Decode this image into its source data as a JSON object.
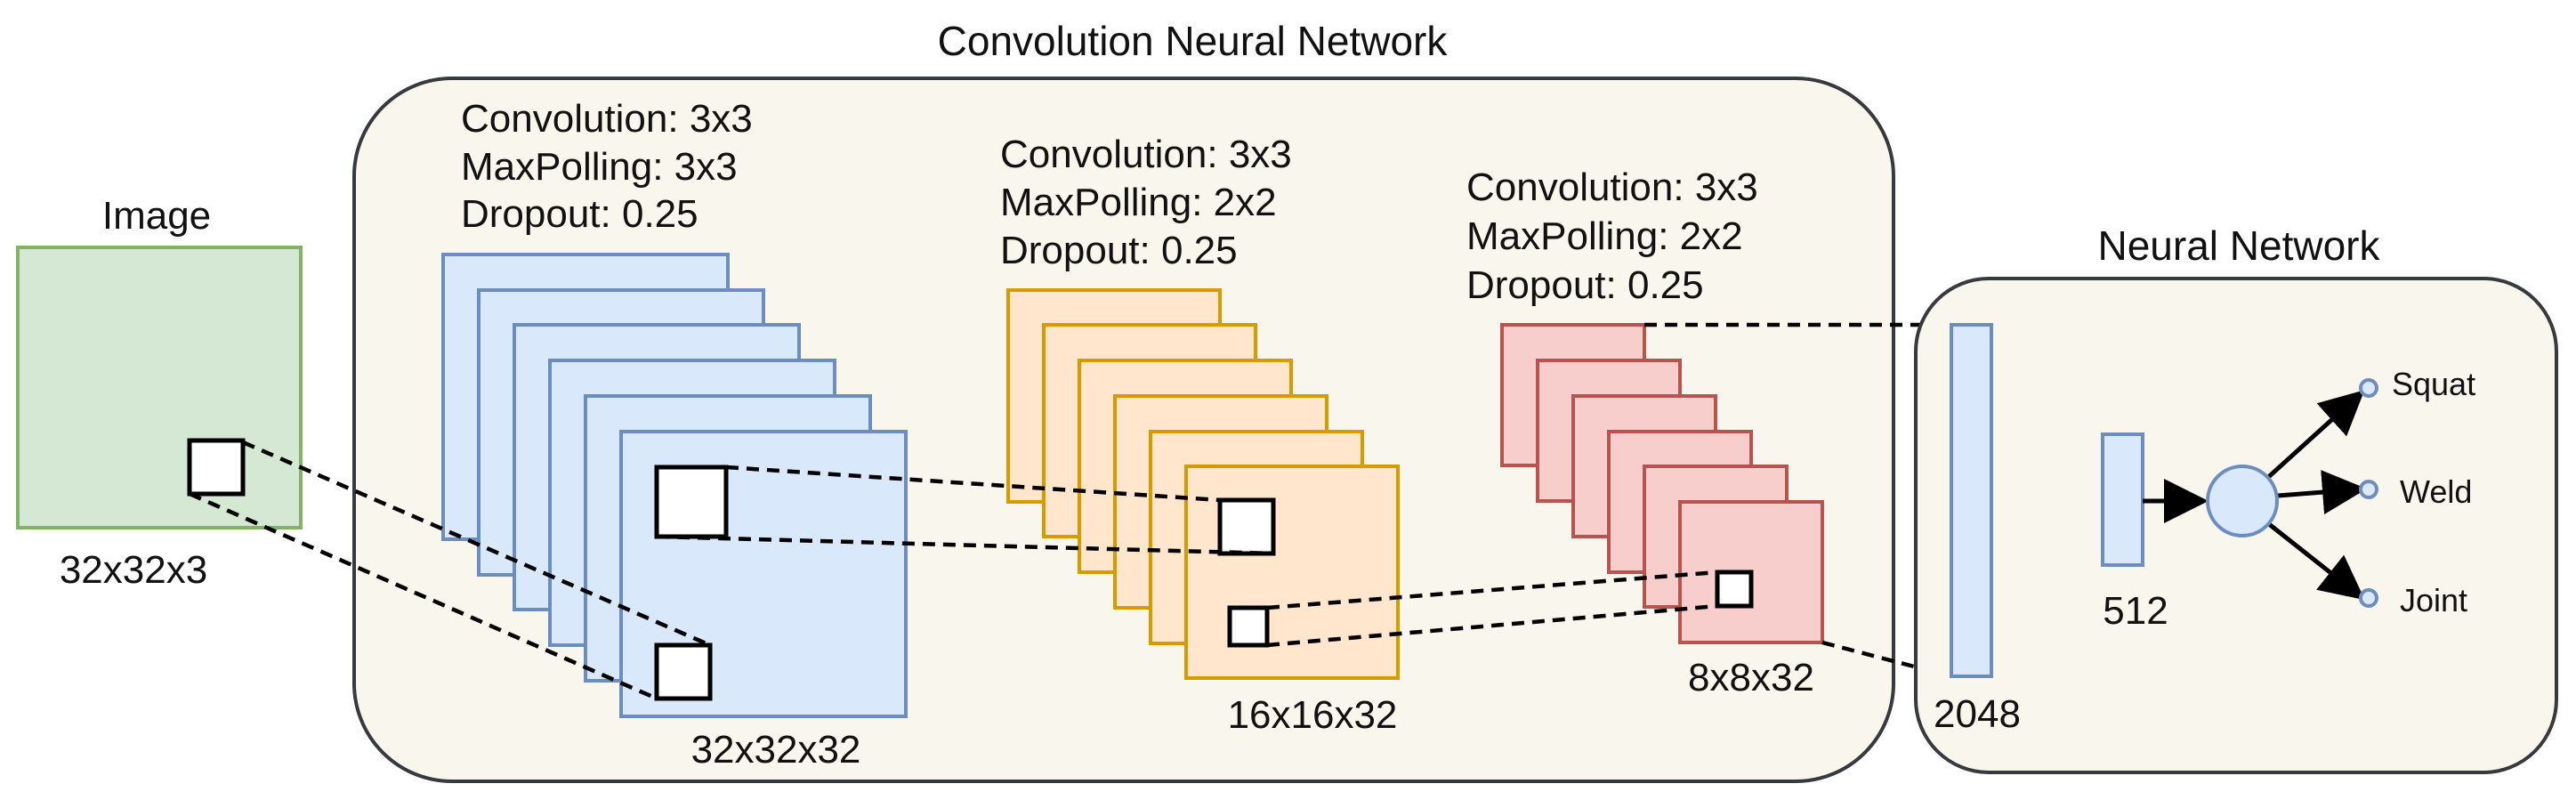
{
  "title": "Convolution Neural Network",
  "image_block": {
    "label": "Image",
    "size": "32x32x3",
    "color": "#d5e8d4",
    "stroke": "#82b366"
  },
  "conv_block_1": {
    "conv": "Convolution: 3x3",
    "pool": "MaxPolling: 3x3",
    "dropout": "Dropout: 0.25",
    "size": "32x32x32",
    "fill": "#dae8fc",
    "stroke": "#6c8ebf"
  },
  "conv_block_2": {
    "conv": "Convolution: 3x3",
    "pool": "MaxPolling: 2x2",
    "dropout": "Dropout: 0.25",
    "size": "16x16x32",
    "fill": "#ffe6cc",
    "stroke": "#d79b00"
  },
  "conv_block_3": {
    "conv": "Convolution: 3x3",
    "pool": "MaxPolling: 2x2",
    "dropout": "Dropout: 0.25",
    "size": "8x8x32",
    "fill": "#f8cecc",
    "stroke": "#b85450"
  },
  "neural_network": {
    "title": "Neural Network",
    "dense_1": "2048",
    "dense_2": "512",
    "outputs": [
      "Squat",
      "Weld",
      "Joint"
    ]
  },
  "colors": {
    "panel_fill": "#f9f7ed",
    "panel_stroke": "#36393d"
  }
}
